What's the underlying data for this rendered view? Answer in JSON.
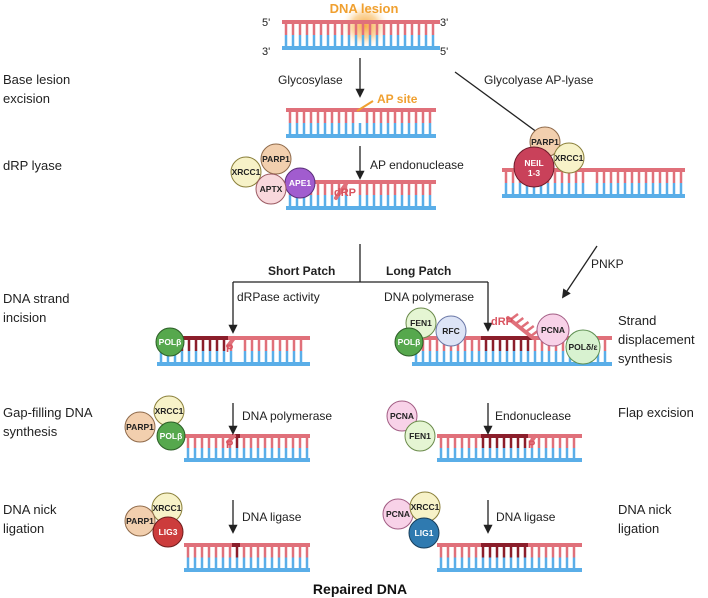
{
  "title": "Repaired DNA",
  "lesion_label": "DNA lesion",
  "ap_site_label": "AP site",
  "drp_label": "dRP",
  "p_label": "P",
  "strand_ends": {
    "five_prime": "5'",
    "three_prime": "3'"
  },
  "stages_left": {
    "base_lesion": [
      "Base lesion",
      "excision"
    ],
    "drp_lyase": [
      "dRP lyase"
    ],
    "strand_incision": [
      "DNA strand",
      "incision"
    ],
    "gap_filling": [
      "Gap-filling DNA",
      "synthesis"
    ],
    "nick_ligation": [
      "DNA nick",
      "ligation"
    ]
  },
  "stages_right": {
    "strand_displacement": [
      "Strand",
      "displacement",
      "synthesis"
    ],
    "flap_excision": [
      "Flap excision"
    ],
    "nick_ligation": [
      "DNA nick",
      "ligation"
    ]
  },
  "steps": {
    "glycosylase": "Glycosylase",
    "glycolyase": "Glycolyase AP-lyase",
    "ap_endonuclease": "AP endonuclease",
    "pnkp": "PNKP",
    "short_patch": "Short Patch",
    "long_patch": "Long Patch",
    "drpase": "dRPase activity",
    "dna_polymerase_long": "DNA polymerase",
    "dna_polymerase_short": "DNA polymerase",
    "endonuclease": "Endonuclease",
    "dna_ligase_short": "DNA ligase",
    "dna_ligase_long": "DNA ligase"
  },
  "proteins": {
    "xrcc1": "XRCC1",
    "parp1": "PARP1",
    "aptx": "APTX",
    "ape1": "APE1",
    "neil_line1": "NEIL",
    "neil_line2": "1-3",
    "polb": "POLβ",
    "fen1": "FEN1",
    "rfc": "RFC",
    "pcna": "PCNA",
    "pold": "POLδ/ε",
    "lig3": "LIG3",
    "lig1": "LIG1"
  },
  "colors": {
    "strand_top": "#e0707a",
    "strand_bottom": "#5aaee8",
    "dark_strand": "#8b1e2b",
    "orange": "#f0a030",
    "parp1": "#f2cfae",
    "xrcc1": "#f7f2c8",
    "aptx": "#f8d8dc",
    "ape1": "#a15ccf",
    "neil": "#c9415a",
    "polb": "#56a84d",
    "fen1": "#e5f5d3",
    "rfc": "#dde4f6",
    "pcna": "#f8d2e8",
    "pold": "#d8f2d0",
    "lig3": "#cc3c3c",
    "lig1": "#2f7ab0"
  }
}
